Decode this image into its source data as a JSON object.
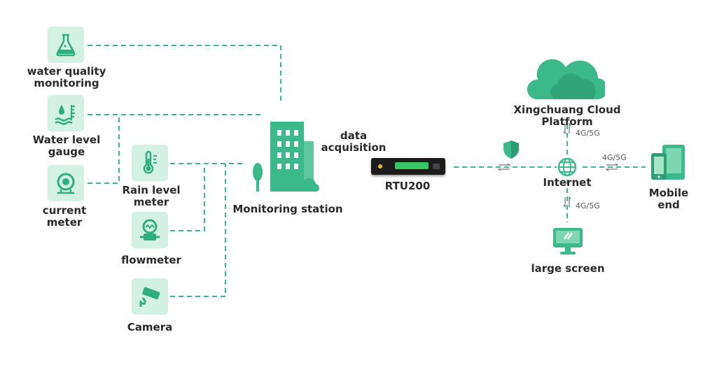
{
  "sensors": {
    "water_quality": "water quality\nmonitoring",
    "water_level": "Water level\ngauge",
    "current_meter": "current\nmeter",
    "rain_level": "Rain level\nmeter",
    "flowmeter": "flowmeter",
    "camera": "Camera"
  },
  "station": {
    "label": "Monitoring station"
  },
  "acquisition": {
    "label": "data\nacquisition"
  },
  "rtu": {
    "label": "RTU200"
  },
  "network": {
    "cloud": "Xingchuang Cloud Platform",
    "internet": "Internet",
    "mobile": "Mobile end",
    "screen": "large screen",
    "band_cloud": "4G/5G",
    "band_mobile": "4G/5G",
    "band_screen": "4G/5G"
  },
  "icons": [
    "flask-icon",
    "water-level-icon",
    "current-meter-icon",
    "thermometer-icon",
    "flowmeter-icon",
    "camera-icon",
    "building-icon",
    "cloud-icon",
    "shield-icon",
    "globe-icon",
    "mobile-icon",
    "monitor-icon"
  ],
  "colors": {
    "accent": "#3cb98a",
    "tile": "#d3f1e4"
  }
}
